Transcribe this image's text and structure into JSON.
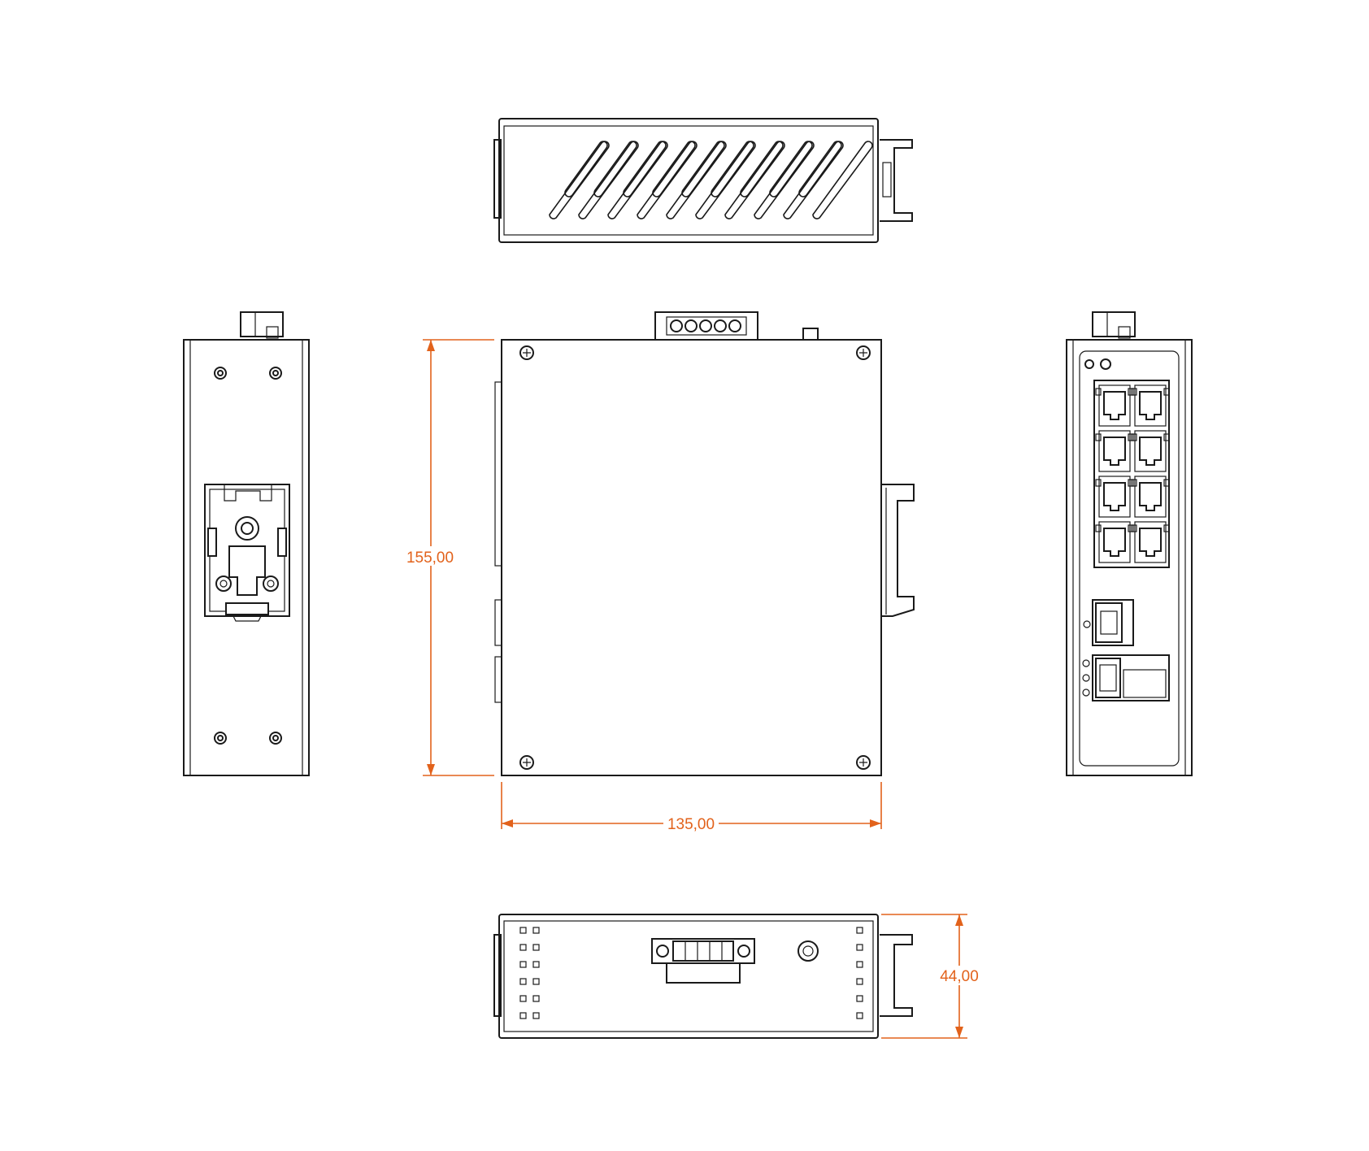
{
  "dimensions": {
    "height_label": "155,00",
    "width_label": "135,00",
    "depth_label": "44,00"
  },
  "colors": {
    "line": "#1a1a1a",
    "dimension": "#e2621b",
    "background": "#ffffff"
  }
}
